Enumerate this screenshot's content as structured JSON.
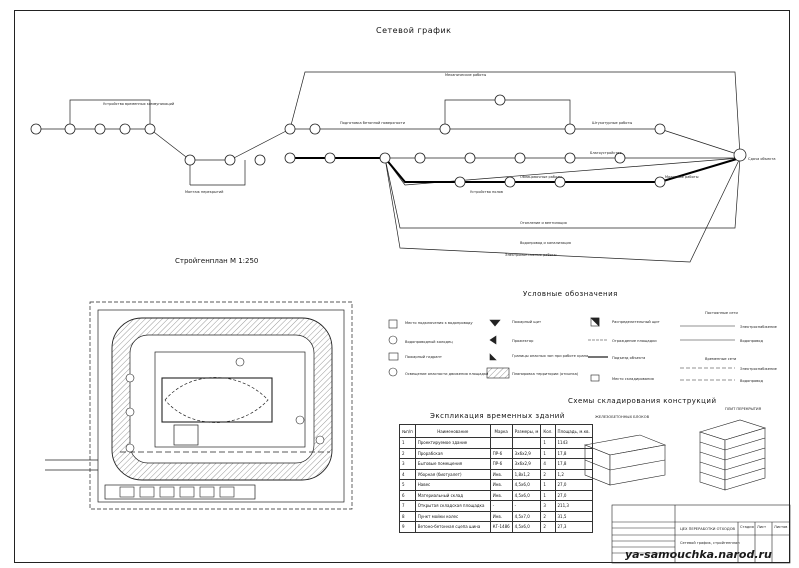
{
  "titles": {
    "network": "Сетевой график",
    "plan": "Стройгенплан М 1:250",
    "legend": "Условные обозначения",
    "spec": "Экспликация временных зданий",
    "schemes": "Схемы складирования конструкций"
  },
  "spec_table": {
    "headers": [
      "№п/п",
      "Наименование",
      "Марка",
      "Размеры, м",
      "Кол.",
      "Площадь, м.кв."
    ],
    "rows": [
      [
        "1",
        "Проектируемое здание",
        "",
        "",
        "1",
        "1143"
      ],
      [
        "2",
        "Прорабская",
        "ПР-6",
        "3x6x2,9",
        "1",
        "17,8"
      ],
      [
        "3",
        "Бытовые помещения",
        "ПР-6",
        "3x6x2,9",
        "4",
        "17,8"
      ],
      [
        "4",
        "Уборная (биотуалет)",
        "Инв.",
        "1,8x1,2",
        "2",
        "1,2"
      ],
      [
        "5",
        "Навес",
        "Инв.",
        "4,5x6,0",
        "1",
        "27,0"
      ],
      [
        "6",
        "Материальный склад",
        "Инв.",
        "4,5x6,0",
        "1",
        "27,0"
      ],
      [
        "7",
        "Открытая складская площадка",
        "-",
        "-",
        "3",
        "211,3"
      ],
      [
        "8",
        "Пункт мойки колес",
        "Инв.",
        "4,5x7,0",
        "2",
        "31,5"
      ],
      [
        "9",
        "Ветоно-бетонная сцепа шина",
        "КГ-1486",
        "4,5x6,0",
        "2",
        "27,3"
      ]
    ]
  },
  "schemes": {
    "left_label": "ЖЕЛЕЗОБЕТОННЫХ БЛОКОВ",
    "right_label": "ПЛИТ ПЕРЕКРЫТИЯ"
  },
  "legend": {
    "items": [
      "Место подключения к водопроводу",
      "Водопроводный колодец",
      "Пожарный гидрант",
      "Освещение опасности движения площадки",
      "Пожарный щит",
      "Прожектор",
      "Границы опасных зон при работе крана",
      "Планировка территории (отсыпка)",
      "Распределительный щит",
      "Ограждение площадки",
      "Подъезд объекта",
      "Место складирования",
      "Постоянные сети",
      "Электроснабжение",
      "Водопровод",
      "Временные сети",
      "Электроснабжение",
      "Водопровод"
    ]
  },
  "network": {
    "edge_labels": [
      "Устройство временных коммуникаций",
      "Механические работы",
      "Подготовка бетонной поверхности",
      "Штукатурные работы",
      "Благоустройство",
      "Отопление и вентиляция",
      "Водопровод и канализация",
      "Электромонтажные работы",
      "Облицовочные работы",
      "Малярные работы",
      "Устройство полов",
      "Монтаж перекрытий"
    ],
    "final_label": "Сдача объекта"
  },
  "stamp": {
    "text1": "ЦЕХ ПЕРЕРАБОТКИ ОТХОДОВ",
    "text2": "Сетевой график, стройгенплан",
    "col_labels": [
      "Стадия",
      "Лист",
      "Листов"
    ]
  },
  "watermark": "ya-samouchka.narod.ru"
}
